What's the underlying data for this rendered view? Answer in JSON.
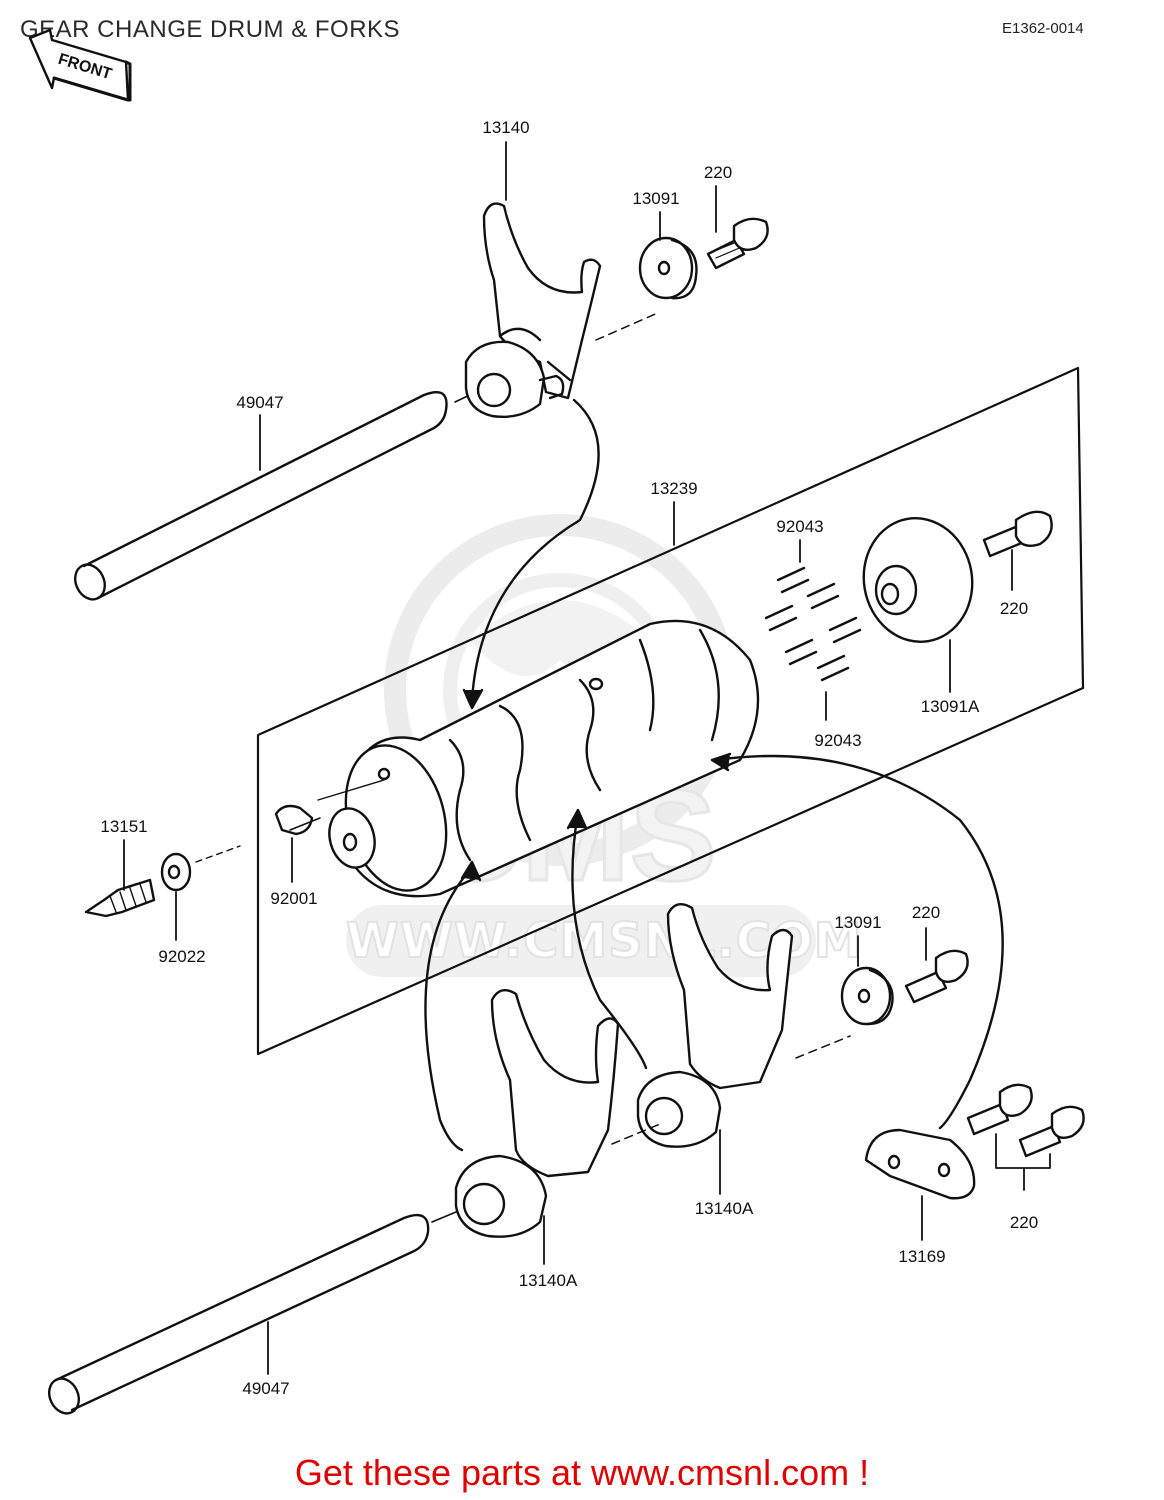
{
  "header": {
    "title": "GEAR CHANGE DRUM & FORKS",
    "diagram_code": "E1362-0014",
    "front_label": "FRONT"
  },
  "watermark": {
    "logo_text": "CMS",
    "url_text": "WWW.CMSNL.COM"
  },
  "parts": {
    "fork_top": "13140",
    "washer_top": "13091",
    "bolt_top": "220",
    "shaft_top": "49047",
    "drum": "13239",
    "pins_top": "92043",
    "pins_bottom": "92043",
    "plate": "13091A",
    "plate_bolt": "220",
    "spring_plunger": "13151",
    "washer_small": "92022",
    "bolt_small": "92001",
    "washer_right": "13091",
    "bolt_right": "220",
    "fork_mid": "13140A",
    "fork_bottom": "13140A",
    "bracket": "13169",
    "bracket_bolts": "220",
    "shaft_bottom": "49047"
  },
  "footer": {
    "link_text": "Get these parts at www.cmsnl.com !"
  }
}
